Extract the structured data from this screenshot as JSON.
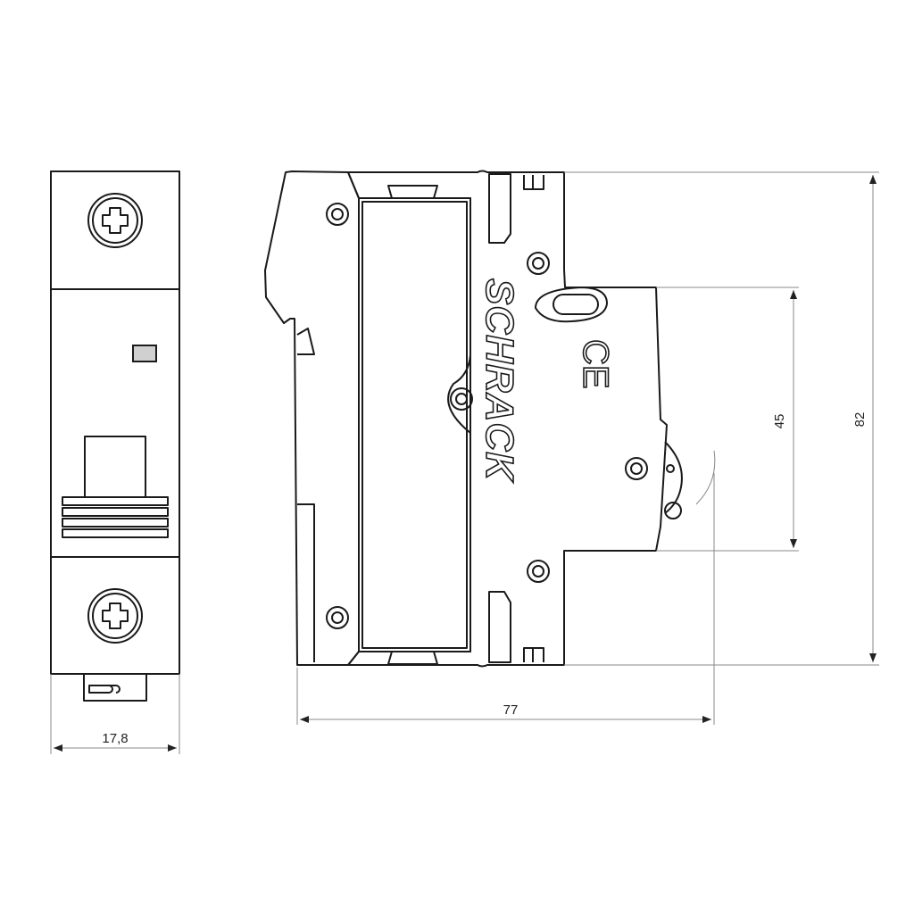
{
  "drawing": {
    "brand_logo": "SCHRACK",
    "certification_mark": "CE",
    "dimensions": {
      "front_width": "17,8",
      "side_depth": "77",
      "handle_height": "45",
      "total_height": "82"
    },
    "colors": {
      "line": "#1a1a1a",
      "dimension_line": "#888888",
      "indicator": "#d0d0d0"
    }
  }
}
